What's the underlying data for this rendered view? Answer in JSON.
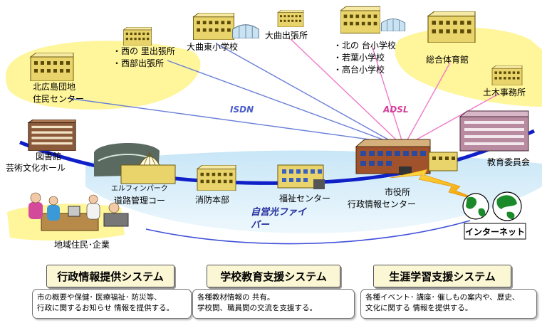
{
  "facilities": {
    "kitahiroshima_center": [
      "北広島団地",
      "住民センター"
    ],
    "nishi_branches": [
      "・西の 里出張所",
      "・西部出張所"
    ],
    "omagari_east_school": "大曲東小学校",
    "omagari_branch": "大曲出張所",
    "schools_adsl": [
      "・北の 台小学校",
      "・若葉小学校",
      "・高台小学校"
    ],
    "gymnasium": "総合体育館",
    "civil_engineering": "土木事務所",
    "library": [
      "図書館",
      "芸術文化ホール"
    ],
    "elfin_park": "エルフィンパーク",
    "road_management": "道路管理コー",
    "fire_department": "消防本部",
    "welfare_center": "福祉センター",
    "city_hall": [
      "市役所",
      "行政情報センター"
    ],
    "board_of_education": "教育委員会",
    "residents": "地域住民･企業",
    "internet": "インターネット"
  },
  "network_labels": {
    "isdn": "ISDN",
    "adsl": "ADSL",
    "fiber": [
      "自営光ファイ",
      "バー"
    ]
  },
  "colors": {
    "isdn_line": "#6a7fd8",
    "adsl_line": "#f07ac8",
    "fiber_line": "#1020c8",
    "highlight": "#fff59a",
    "lake": "#d8eef9",
    "building": "#e8d46a"
  },
  "systems": [
    {
      "title": "行政情報提供システム",
      "lines": [
        "市の概要や保健･ 医療福祉･ 防災等、",
        "行政に関するお知らせ 情報を提供する。"
      ]
    },
    {
      "title": "学校教育支援システム",
      "lines": [
        "各種教材情報の 共有。",
        "学校間、職員間の交流を支援する。"
      ]
    },
    {
      "title": "生涯学習支援システム",
      "lines": [
        "各種イベント･ 講座･ 催しもの案内や、歴史、",
        "文化に関する 情報を提供する。"
      ]
    }
  ]
}
